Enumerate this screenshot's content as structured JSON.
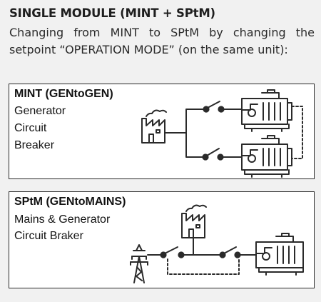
{
  "heading": "SINGLE MODULE (MINT + SPtM)",
  "intro": "Changing from MINT to SPtM by changing  the setpoint “OPERATION MODE” (on the same unit):",
  "panels": [
    {
      "title": "MINT (GENtoGEN)",
      "lines": [
        "Generator",
        "Circuit",
        "Breaker"
      ],
      "icons": [
        "factory-icon",
        "breaker-switch-icon",
        "breaker-switch-icon",
        "generator-icon",
        "generator-icon"
      ]
    },
    {
      "title": "SPtM (GENtoMAINS)",
      "lines": [
        "Mains & Generator",
        "Circuit Braker"
      ],
      "icons": [
        "pylon-icon",
        "breaker-switch-icon",
        "factory-icon",
        "breaker-switch-icon",
        "generator-icon"
      ]
    }
  ],
  "colors": {
    "background": "#f1f1f1",
    "panel": "#ffffff",
    "line": "#2a2a2a"
  }
}
